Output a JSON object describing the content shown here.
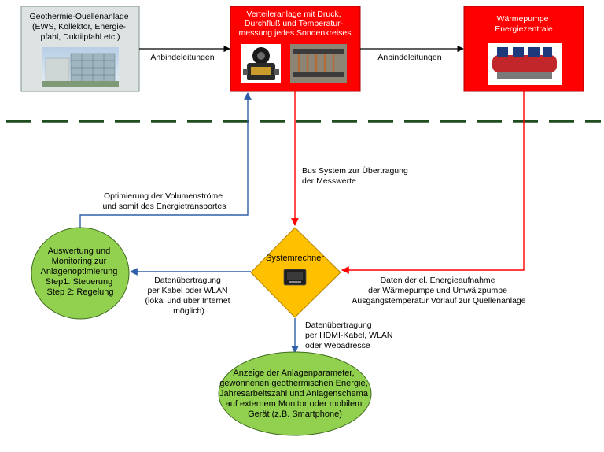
{
  "colors": {
    "box_grey": "#dde3e3",
    "box_red": "#ff0000",
    "green": "#92d050",
    "diamond": "#ffc000",
    "arrow_black": "#000000",
    "arrow_red": "#ff0000",
    "arrow_blue": "#2e5fa8",
    "separator": "#1f4d1f"
  },
  "nodes": {
    "source": {
      "lines": [
        "Geothermie-Quellenanlage",
        "(EWS, Kollektor, Energie-",
        "pfahl, Duktilpfahl etc.)"
      ],
      "picture": "building-photo"
    },
    "distributor": {
      "lines": [
        "Verteileranlage mit Druck,",
        "Durchfluß und Temperatur-",
        "messung jedes Sondenkreises"
      ],
      "pictures": [
        "flow-meter-photo",
        "pipe-manifold-photo"
      ]
    },
    "heatpump": {
      "lines": [
        "Wärmepumpe",
        "Energiezentrale"
      ],
      "picture": "heat-pump-photo"
    },
    "computer": {
      "label": "Systemrechner",
      "picture": "computer-device-icon"
    },
    "evaluation": {
      "lines": [
        "Auswertung und",
        "Monitoring zur",
        "Anlagenoptimierung",
        "Step1: Steuerung",
        "Step 2: Regelung"
      ]
    },
    "display": {
      "lines": [
        "Anzeige der Anlagenparameter,",
        "gewonnenen geothermischen Energie,",
        "Jahresarbeitszahl und Anlagenschema",
        "auf externem Monitor oder mobilem",
        "Gerät (z.B. Smartphone)"
      ]
    }
  },
  "edges": {
    "source_to_distributor": "Anbindeleitungen",
    "distributor_to_heatpump": "Anbindeleitungen",
    "bus": [
      "Bus System zur Übertragung",
      "der Messwerte"
    ],
    "optimization": [
      "Optimierung der Volumenströme",
      "und somit des Energietransportes"
    ],
    "heatpump_data": [
      "Daten der el. Energieaufnahme",
      "der Wärmepumpe und Umwälzpumpe",
      "Ausgangstemperatur Vorlauf zur Quellenanlage"
    ],
    "transfer_left": [
      "Datenübertragung",
      "per Kabel oder WLAN",
      "(lokal und über Internet",
      "möglich)"
    ],
    "transfer_down": [
      "Datenübertragung",
      "per HDMI-Kabel, WLAN",
      "oder Webadresse"
    ]
  }
}
